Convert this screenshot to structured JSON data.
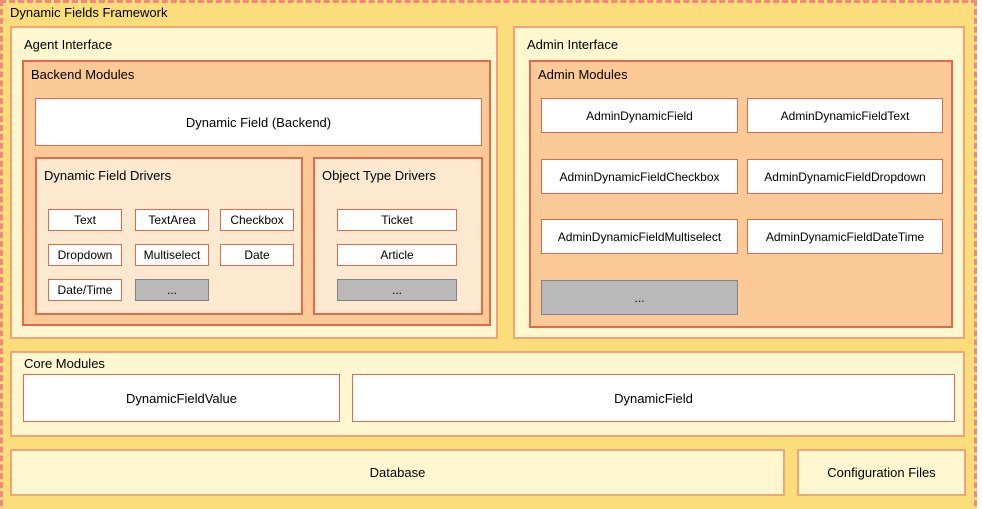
{
  "title": "Dynamic Fields Framework",
  "colors": {
    "outer_background": "#FCDD7C",
    "outer_dashed_border": "#F2887A",
    "section_yellow": "#FEF7D0",
    "section_yellow_border": "#F2A377",
    "module_orange": "#FCCA96",
    "module_border": "#E2694B",
    "driver_peach": "#FDE8D0",
    "gray_box": "#B9B9B9",
    "gray_box_border": "#828282",
    "node_white": "#FFFFFF"
  },
  "agent_interface": {
    "label": "Agent Interface",
    "backend_modules": {
      "label": "Backend Modules",
      "dynamic_field_backend": "Dynamic Field (Backend)",
      "dynamic_field_drivers": {
        "label": "Dynamic Field Drivers",
        "items": [
          "Text",
          "TextArea",
          "Checkbox",
          "Dropdown",
          "Multiselect",
          "Date",
          "Date/Time"
        ],
        "more": "..."
      },
      "object_type_drivers": {
        "label": "Object Type Drivers",
        "items": [
          "Ticket",
          "Article"
        ],
        "more": "..."
      }
    }
  },
  "admin_interface": {
    "label": "Admin Interface",
    "admin_modules": {
      "label": "Admin Modules",
      "items": [
        "AdminDynamicField",
        "AdminDynamicFieldText",
        "AdminDynamicFieldCheckbox",
        "AdminDynamicFieldDropdown",
        "AdminDynamicFieldMultiselect",
        "AdminDynamicFieldDateTime"
      ],
      "more": "..."
    }
  },
  "core_modules": {
    "label": "Core Modules",
    "items": [
      "DynamicFieldValue",
      "DynamicField"
    ]
  },
  "storage": {
    "database": "Database",
    "configuration_files": "Configuration Files"
  }
}
